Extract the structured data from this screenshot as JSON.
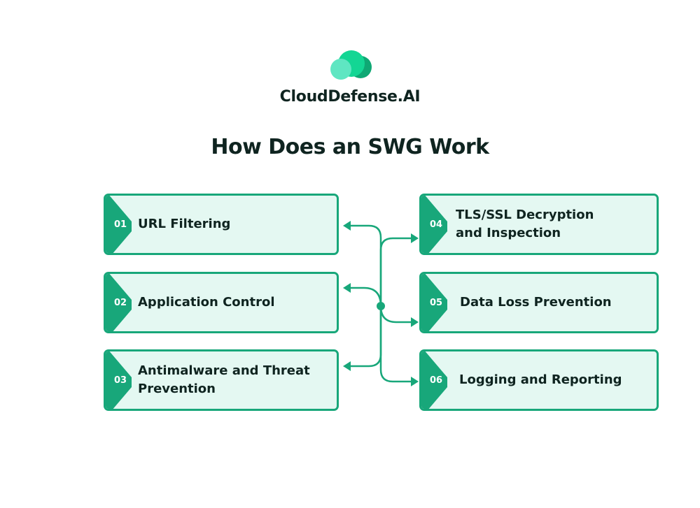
{
  "brand": {
    "name": "CloudDefense.AI",
    "logo_icon": "cloud-icon",
    "colors": {
      "light": "#5fe6c2",
      "mid": "#13d694",
      "dark": "#0fa874"
    }
  },
  "title": "How Does an SWG Work",
  "accent_color": "#18a77a",
  "card_fill": "#e4f8f2",
  "steps": [
    {
      "number": "01",
      "label": "URL Filtering"
    },
    {
      "number": "02",
      "label": "Application Control"
    },
    {
      "number": "03",
      "label": "Antimalware and Threat Prevention"
    },
    {
      "number": "04",
      "label": "TLS/SSL Decryption and Inspection"
    },
    {
      "number": "05",
      "label": "Data Loss Prevention"
    },
    {
      "number": "06",
      "label": "Logging and Reporting"
    }
  ]
}
